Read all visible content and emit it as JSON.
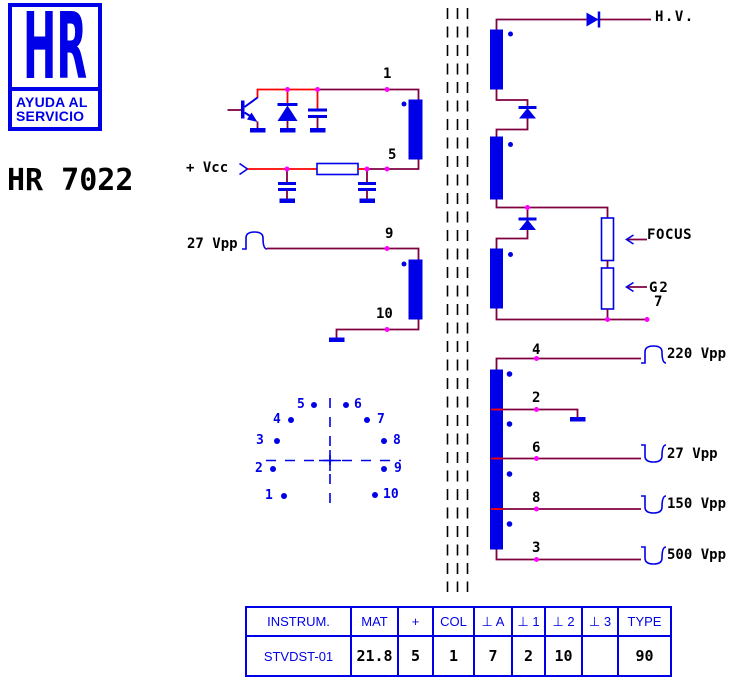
{
  "logo": {
    "monogram": "HR",
    "tagline_line1": "AYUDA AL",
    "tagline_line2": "SERVICIO"
  },
  "title": "HR 7022",
  "schematic": {
    "labels": {
      "hv": "H.V.",
      "vcc": "+ Vcc",
      "vpp_in": "27 Vpp",
      "focus": "FOCUS",
      "g2": "G2",
      "pin7": "7",
      "pin1": "1",
      "pin5": "5",
      "pin9": "9",
      "pin10": "10",
      "pin4": "4",
      "pin2": "2",
      "pin6": "6",
      "pin8": "8",
      "pin3": "3",
      "out220": "220 Vpp",
      "out27": "27 Vpp",
      "out150": "150 Vpp",
      "out500": "500 Vpp"
    }
  },
  "pinout": {
    "pins": [
      "1",
      "2",
      "3",
      "4",
      "5",
      "6",
      "7",
      "8",
      "9",
      "10"
    ]
  },
  "table": {
    "headers": [
      "INSTRUM.",
      "MAT",
      "+",
      "COL",
      "⊥ A",
      "⊥ 1",
      "⊥ 2",
      "⊥ 3",
      "TYPE"
    ],
    "values": [
      "STVDST-01",
      "21.8",
      "5",
      "1",
      "7",
      "2",
      "10",
      "",
      "90"
    ]
  },
  "colors": {
    "component_blue": "#0000e8",
    "wire_dark": "#800040",
    "wire_red": "#ff0000",
    "junction_magenta": "#ff00ff",
    "text_black": "#000000",
    "background": "#ffffff"
  }
}
